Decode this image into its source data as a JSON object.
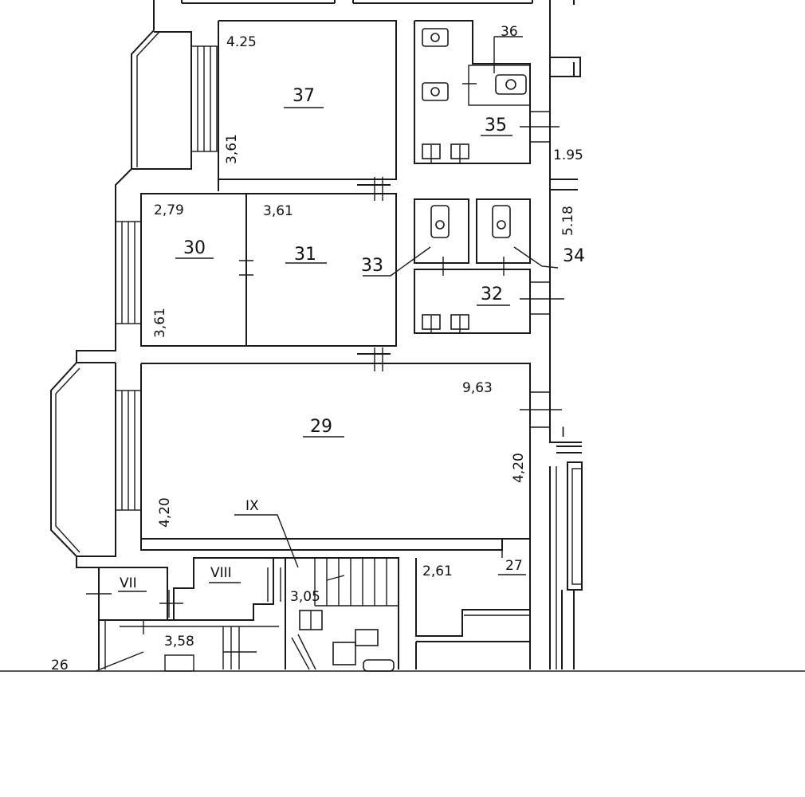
{
  "rooms": {
    "r37": "37",
    "r36": "36",
    "r35": "35",
    "r34": "34",
    "r33": "33",
    "r32": "32",
    "r31": "31",
    "r30": "30",
    "r29": "29",
    "r27": "27",
    "r26": "26",
    "rVII": "VII",
    "rVIII": "VIII",
    "rIX": "IX",
    "rI": "I"
  },
  "dimensions": {
    "d_4_25": "4.25",
    "d_3_61_a": "3,61",
    "d_2_79": "2,79",
    "d_3_61_b": "3,61",
    "d_3_61_c": "3,61",
    "d_9_63": "9,63",
    "d_4_20_a": "4,20",
    "d_4_20_b": "4,20",
    "d_1_95": "1.95",
    "d_5_18": "5.18",
    "d_2_61": "2,61",
    "d_3_05": "3,05",
    "d_3_58": "3,58"
  }
}
